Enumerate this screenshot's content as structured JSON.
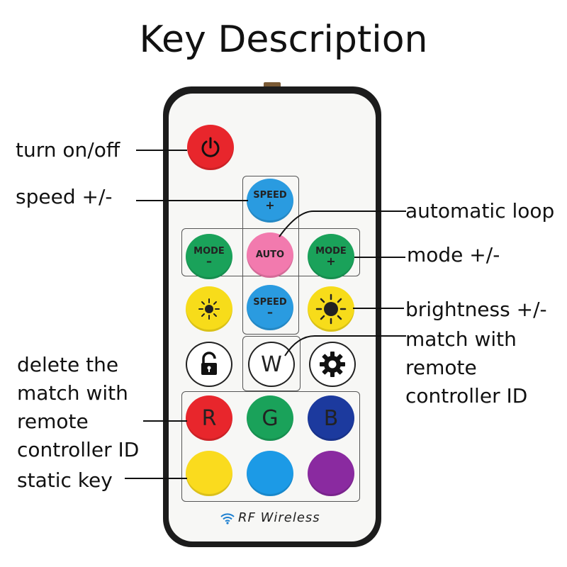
{
  "title": "Key Description",
  "labels": {
    "power": "turn on/off",
    "speed": "speed +/-",
    "auto": "automatic loop",
    "mode": "mode +/-",
    "brightness": "brightness +/-",
    "match": "match with remote controller ID",
    "delete": "delete the match with remote controller ID",
    "static": "static key"
  },
  "buttons": {
    "speed_up": [
      "SPEED",
      "+"
    ],
    "speed_down": [
      "SPEED",
      "–"
    ],
    "mode_down": [
      "MODE",
      "–"
    ],
    "mode_up": [
      "MODE",
      "+"
    ],
    "auto": "AUTO",
    "w": "W",
    "r": "R",
    "g": "G",
    "b": "B"
  },
  "brand": "RF Wireless",
  "colors": {
    "power": "#e8262c",
    "speed": "#2a9be0",
    "mode": "#1aa25a",
    "auto": "#f27aae",
    "brightness": "#f7dc1a",
    "red": "#e8262c",
    "green": "#1aa25a",
    "blue": "#1c3a9e",
    "yellow": "#fadb1e",
    "skyblue": "#1c9ae6",
    "purple": "#8a2aa0"
  },
  "icons": [
    "power-icon",
    "sun-small-icon",
    "sun-large-icon",
    "lock-icon",
    "gear-icon",
    "wifi-icon"
  ]
}
